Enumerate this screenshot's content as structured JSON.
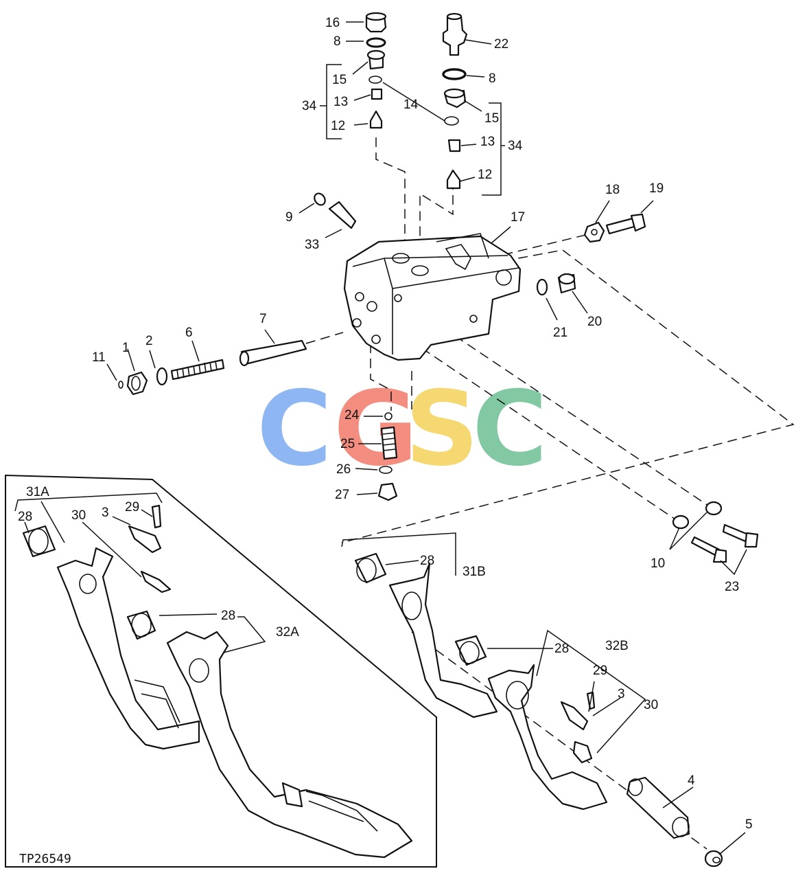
{
  "figure_id": "TP26549",
  "watermark": {
    "letters": [
      "C",
      "G",
      "S",
      "C"
    ],
    "colors": [
      "#7aaaf0",
      "#f07a6a",
      "#f5d25a",
      "#6dbf94"
    ]
  },
  "callouts": {
    "c1": "1",
    "c2": "2",
    "c3a": "3",
    "c3b": "3",
    "c4": "4",
    "c5": "5",
    "c6": "6",
    "c7": "7",
    "c8a": "8",
    "c8b": "8",
    "c9": "9",
    "c10": "10",
    "c11": "11",
    "c12a": "12",
    "c12b": "12",
    "c13a": "13",
    "c13b": "13",
    "c14": "14",
    "c15a": "15",
    "c15b": "15",
    "c16": "16",
    "c17": "17",
    "c18": "18",
    "c19": "19",
    "c20": "20",
    "c21": "21",
    "c22": "22",
    "c23": "23",
    "c24": "24",
    "c25": "25",
    "c26": "26",
    "c27": "27",
    "c28a": "28",
    "c28b": "28",
    "c28c": "28",
    "c28d": "28",
    "c29a": "29",
    "c29b": "29",
    "c30a": "30",
    "c30b": "30",
    "c31a": "31A",
    "c31b": "31B",
    "c32a": "32A",
    "c32b": "32B",
    "c33": "33",
    "c34a": "34",
    "c34b": "34"
  }
}
